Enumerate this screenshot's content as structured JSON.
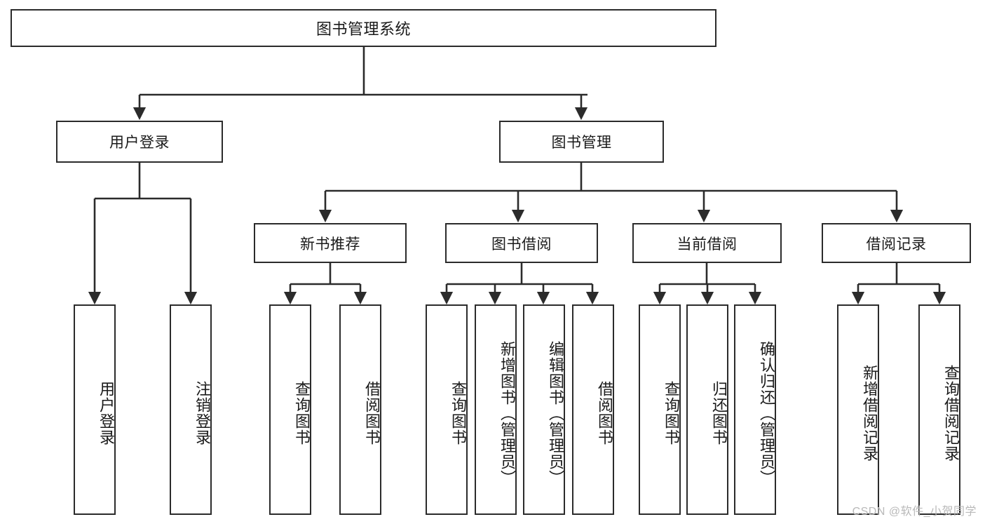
{
  "diagram": {
    "title": "图书管理系统",
    "type": "tree-hierarchy-diagram",
    "watermark": "CSDN @软件_小贺同学",
    "colors": {
      "border": "#2b2b2b",
      "background": "#ffffff",
      "text": "#1a1a1a",
      "watermark": "#b9b9b9"
    },
    "nodes": {
      "root": {
        "label": "图书管理系统"
      },
      "level1": [
        {
          "label": "用户登录"
        },
        {
          "label": "图书管理"
        }
      ],
      "level2": [
        {
          "label": "新书推荐"
        },
        {
          "label": "图书借阅"
        },
        {
          "label": "当前借阅"
        },
        {
          "label": "借阅记录"
        }
      ],
      "leaves": {
        "user_login": [
          {
            "label": "用户登录"
          },
          {
            "label": "注销登录"
          }
        ],
        "new_book_recommend": [
          {
            "label": "查询图书"
          },
          {
            "label": "借阅图书"
          }
        ],
        "book_borrow": [
          {
            "label": "查询图书"
          },
          {
            "label": "新增图书（管理员）"
          },
          {
            "label": "编辑图书（管理员）"
          },
          {
            "label": "借阅图书"
          }
        ],
        "current_borrow": [
          {
            "label": "查询图书"
          },
          {
            "label": "归还图书"
          },
          {
            "label": "确认归还（管理员）"
          }
        ],
        "borrow_record": [
          {
            "label": "新增借阅记录"
          },
          {
            "label": "查询借阅记录"
          }
        ]
      }
    }
  }
}
